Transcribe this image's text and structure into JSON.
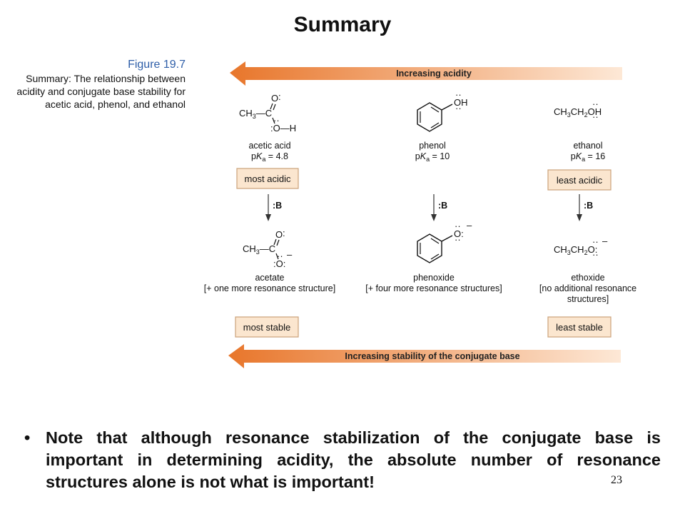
{
  "slide": {
    "title": "Summary",
    "page_number": "23"
  },
  "caption": {
    "figure_label": "Figure 19.7",
    "text": "Summary: The relationship between acidity and conjugate base stability for acetic acid, phenol, and ethanol"
  },
  "figure": {
    "top_arrow_label": "Increasing acidity",
    "bottom_arrow_label": "Increasing stability of the conjugate base",
    "base_label": ":B",
    "acids": [
      {
        "name": "acetic acid",
        "pka_value": "4.8"
      },
      {
        "name": "phenol",
        "pka_value": "10"
      },
      {
        "name": "ethanol",
        "pka_value": "16"
      }
    ],
    "acid_boxes": {
      "left": "most acidic",
      "right": "least acidic"
    },
    "bases": [
      {
        "name": "acetate",
        "note": "[+ one more resonance structure]"
      },
      {
        "name": "phenoxide",
        "note": "[+ four more resonance structures]"
      },
      {
        "name": "ethoxide",
        "note_line1": "[no additional resonance",
        "note_line2": "structures]"
      }
    ],
    "base_boxes": {
      "left": "most stable",
      "right": "least stable"
    },
    "colors": {
      "arrow_dark": "#e8762b",
      "arrow_light": "#fbe3cf",
      "box_fill": "#fbe6cf",
      "box_border": "#caa27a"
    }
  },
  "note": {
    "bullet": "•",
    "text": "Note that although resonance stabilization of the conjugate base is important in determining acidity, the absolute number of resonance structures alone is not what is important!"
  }
}
